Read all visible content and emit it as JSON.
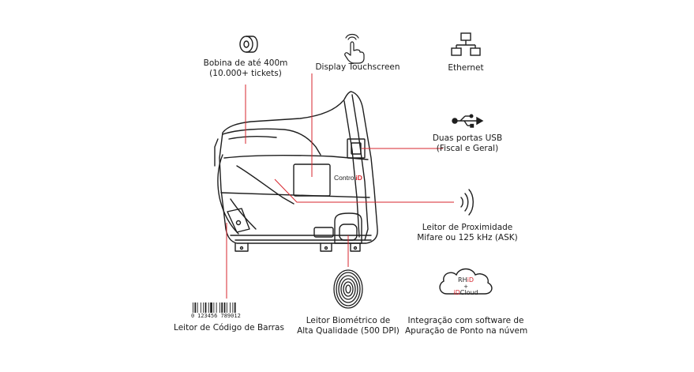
{
  "labels": {
    "bobina": {
      "line1": "Bobina de até 400m",
      "line2": "(10.000+ tickets)"
    },
    "display": {
      "line1": "Display Touchscreen"
    },
    "ethernet": {
      "line1": "Ethernet"
    },
    "usb": {
      "line1": "Duas portas USB",
      "line2": "(Fiscal e Geral)"
    },
    "proximidade": {
      "line1": "Leitor de Proximidade",
      "line2": "Mifare ou 125 kHz (ASK)"
    },
    "barras": {
      "line1": "Leitor de Código de Barras"
    },
    "biometrico": {
      "line1": "Leitor Biométrico de",
      "line2": "Alta Qualidade (500 DPI)"
    },
    "integracao": {
      "line1": "Integração com software de",
      "line2": "Apuração de Ponto na núvem"
    }
  },
  "device": {
    "brand_text": "Control",
    "brand_accent": "iD"
  },
  "barcode": {
    "digits_left": "0",
    "digits": "123456 789012"
  },
  "cloud": {
    "line1_a": "RH",
    "line1_b": "iD",
    "line2": "+",
    "line3_a": "iD",
    "line3_b": "Cloud"
  },
  "icons": [
    "paper-roll-icon",
    "touch-hand-icon",
    "ethernet-icon",
    "usb-icon",
    "proximity-waves-icon",
    "barcode-icon",
    "fingerprint-icon",
    "cloud-icon"
  ],
  "colors": {
    "callout_line": "#d7262e",
    "outline": "#1e1e1e",
    "accent": "#d7262e"
  }
}
